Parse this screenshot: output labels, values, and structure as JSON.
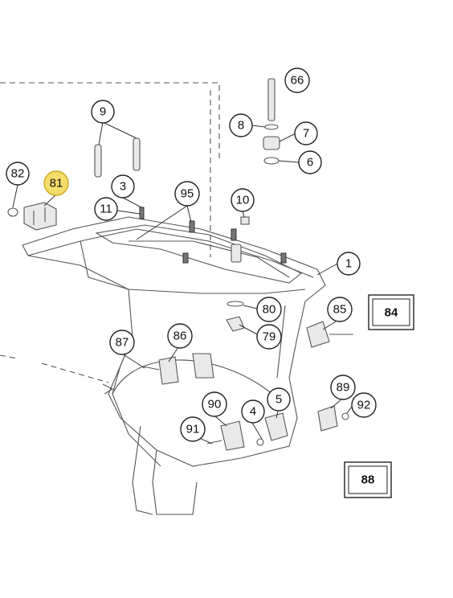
{
  "callouts": [
    {
      "id": "c66",
      "label": "66"
    },
    {
      "id": "c9",
      "label": "9"
    },
    {
      "id": "c8",
      "label": "8"
    },
    {
      "id": "c7",
      "label": "7"
    },
    {
      "id": "c6",
      "label": "6"
    },
    {
      "id": "c82",
      "label": "82"
    },
    {
      "id": "c81",
      "label": "81",
      "highlighted": true
    },
    {
      "id": "c3",
      "label": "3"
    },
    {
      "id": "c95",
      "label": "95"
    },
    {
      "id": "c10",
      "label": "10"
    },
    {
      "id": "c11",
      "label": "11"
    },
    {
      "id": "c1",
      "label": "1"
    },
    {
      "id": "c80",
      "label": "80"
    },
    {
      "id": "c79",
      "label": "79"
    },
    {
      "id": "c85",
      "label": "85"
    },
    {
      "id": "c87",
      "label": "87"
    },
    {
      "id": "c86",
      "label": "86"
    },
    {
      "id": "c89",
      "label": "89"
    },
    {
      "id": "c92",
      "label": "92"
    },
    {
      "id": "c90",
      "label": "90"
    },
    {
      "id": "c4",
      "label": "4"
    },
    {
      "id": "c5",
      "label": "5"
    },
    {
      "id": "c91",
      "label": "91"
    }
  ],
  "boxed_labels": [
    {
      "id": "b84",
      "label": "84"
    },
    {
      "id": "b88",
      "label": "88"
    }
  ],
  "highlight_color": "#f4dc6a"
}
